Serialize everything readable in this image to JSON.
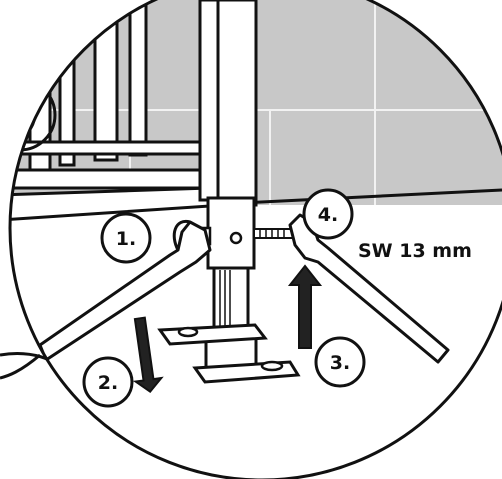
{
  "steps": [
    {
      "label": "1."
    },
    {
      "label": "2."
    },
    {
      "label": "3."
    },
    {
      "label": "4."
    }
  ],
  "wrench_size": "SW 13 mm",
  "colors": {
    "wall": "#c8c8c8",
    "floor": "#ffffff",
    "line": "#111111",
    "arrow": "#222222"
  }
}
